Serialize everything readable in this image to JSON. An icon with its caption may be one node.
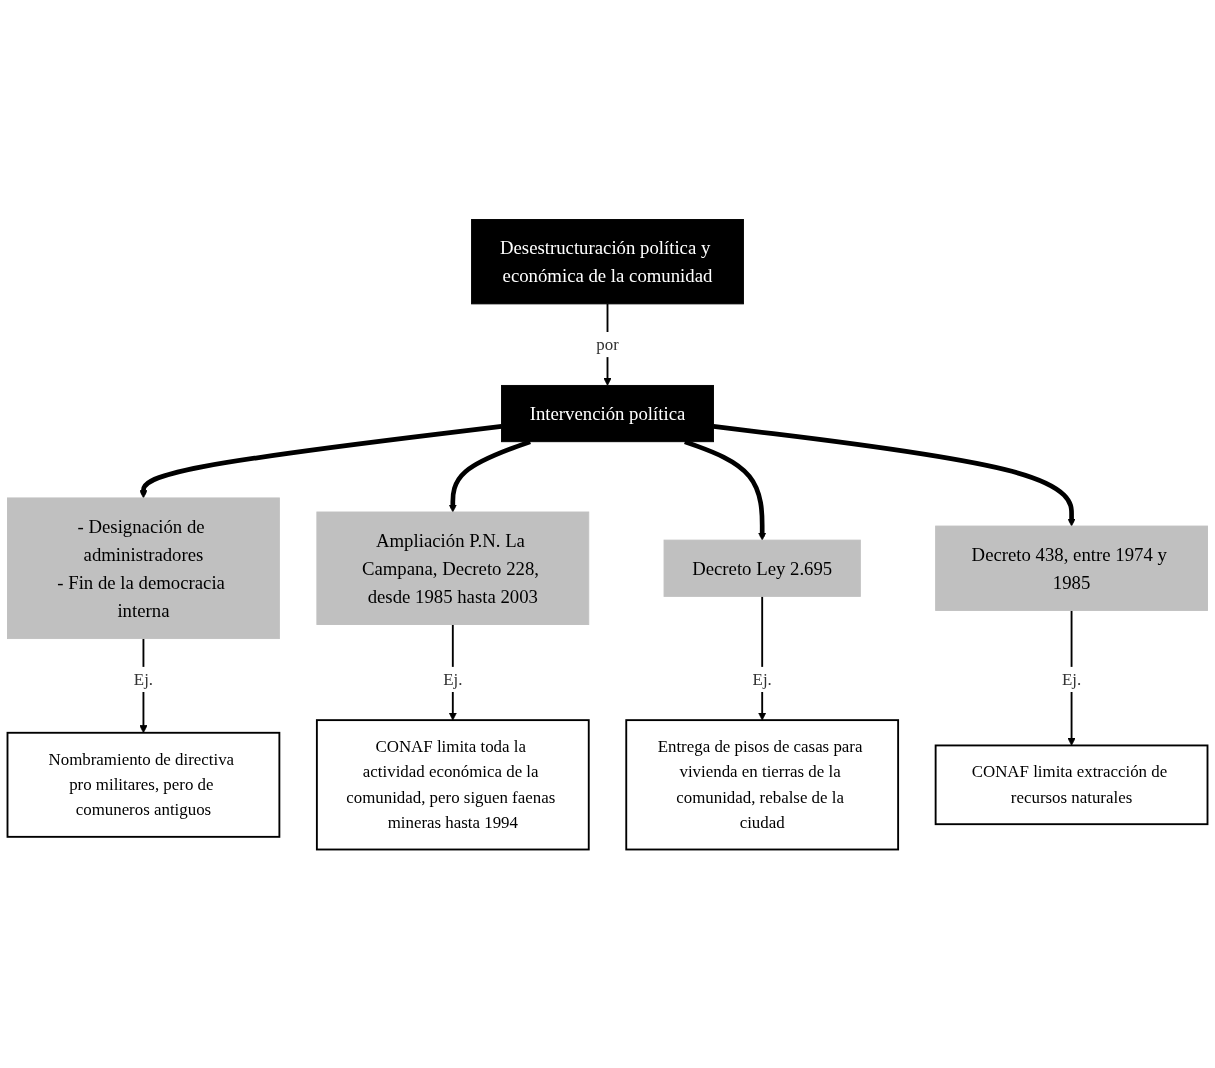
{
  "diagram": {
    "nodes": [
      {
        "text": [
          "Desestructuración política y económica de la comunidad"
        ]
      },
      {
        "text": [
          "- Designación de administradores",
          "- Fin de la democracia interna"
        ]
      },
      {
        "text": [
          "Ampliación P.N. La Campana, Decreto 228, desde 1985 hasta 2003"
        ]
      },
      {
        "text": [
          "Intervención política"
        ]
      },
      {
        "text": [
          "CONAF limita toda la actividad económica de la comunidad, pero siguen faenas mineras hasta 1994"
        ]
      },
      {
        "text": [
          "Nombramiento de directiva pro militares, pero de comuneros antiguos"
        ]
      },
      {
        "text": [
          "Decreto Ley 2.695"
        ]
      },
      {
        "text": [
          "Decreto 438, entre 1974 y 1985"
        ]
      },
      {
        "text": [
          "Entrega de pisos de casas para vivienda en tierras de la comunidad, rebalse de la ciudad"
        ]
      },
      {
        "text": [
          "CONAF limita extracción de recursos naturales"
        ]
      }
    ],
    "edges": [
      {
        "from": 0,
        "to": 3,
        "arrow": "to",
        "label": "por"
      },
      {
        "from": 3,
        "to": 1,
        "arrow": "to",
        "style": "thick"
      },
      {
        "from": 3,
        "to": 2,
        "arrow": "to",
        "style": "thick"
      },
      {
        "from": 3,
        "to": 6,
        "arrow": "to",
        "style": "thick"
      },
      {
        "from": 3,
        "to": 7,
        "arrow": "to",
        "style": "thick"
      },
      {
        "from": 1,
        "to": 5,
        "arrow": "to",
        "label": "Ej."
      },
      {
        "from": 2,
        "to": 4,
        "arrow": "to",
        "label": "Ej."
      },
      {
        "from": 6,
        "to": 8,
        "arrow": "to",
        "label": "Ej."
      },
      {
        "from": 7,
        "to": 9,
        "arrow": "to",
        "label": "Ej."
      }
    ]
  }
}
